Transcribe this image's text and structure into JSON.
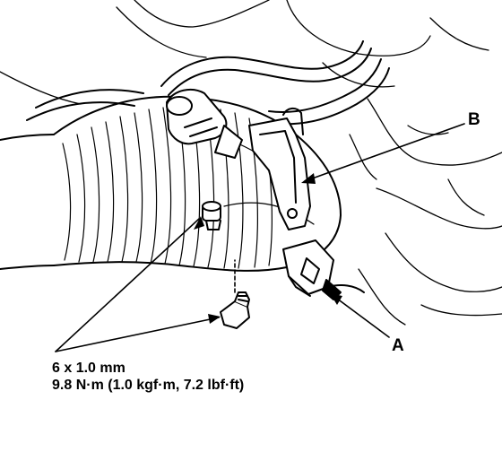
{
  "callouts": {
    "b": "B",
    "a": "A"
  },
  "bolt_spec": {
    "size": "6 x 1.0 mm",
    "torque": "9.8 N·m (1.0 kgf·m, 7.2 lbf·ft)"
  },
  "colors": {
    "line": "#000000",
    "background": "#ffffff"
  }
}
